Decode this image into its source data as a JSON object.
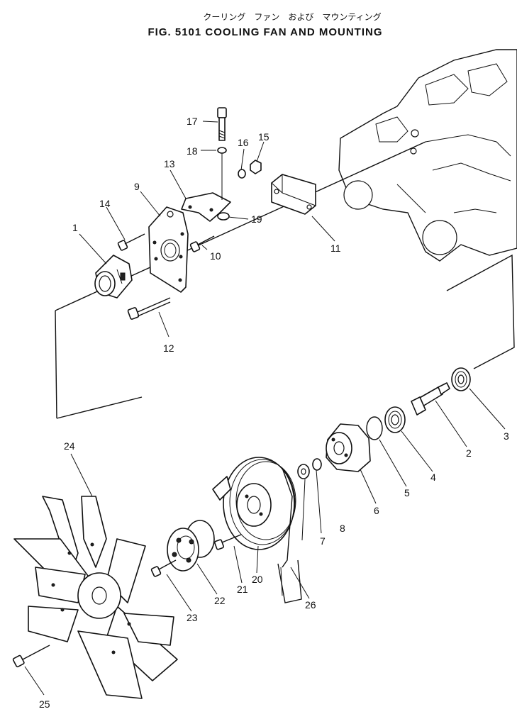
{
  "header": {
    "title_jp": "クーリング　ファン　および　マウンティング",
    "title_en": "FIG. 5101  COOLING FAN AND MOUNTING"
  },
  "callouts": {
    "p1": "1",
    "p2": "2",
    "p3": "3",
    "p4": "4",
    "p5": "5",
    "p6": "6",
    "p7": "7",
    "p8": "8",
    "p9": "9",
    "p10": "10",
    "p11": "11",
    "p12": "12",
    "p13": "13",
    "p14": "14",
    "p15": "15",
    "p16": "16",
    "p17": "17",
    "p18": "18",
    "p19": "19",
    "p20": "20",
    "p21": "21",
    "p22": "22",
    "p23": "23",
    "p24": "24",
    "p25": "25",
    "p26": "26"
  },
  "icons": {
    "engine_block": "engine-block-icon",
    "fan": "fan-icon",
    "pulley": "pulley-icon",
    "bolt": "bolt-icon"
  }
}
